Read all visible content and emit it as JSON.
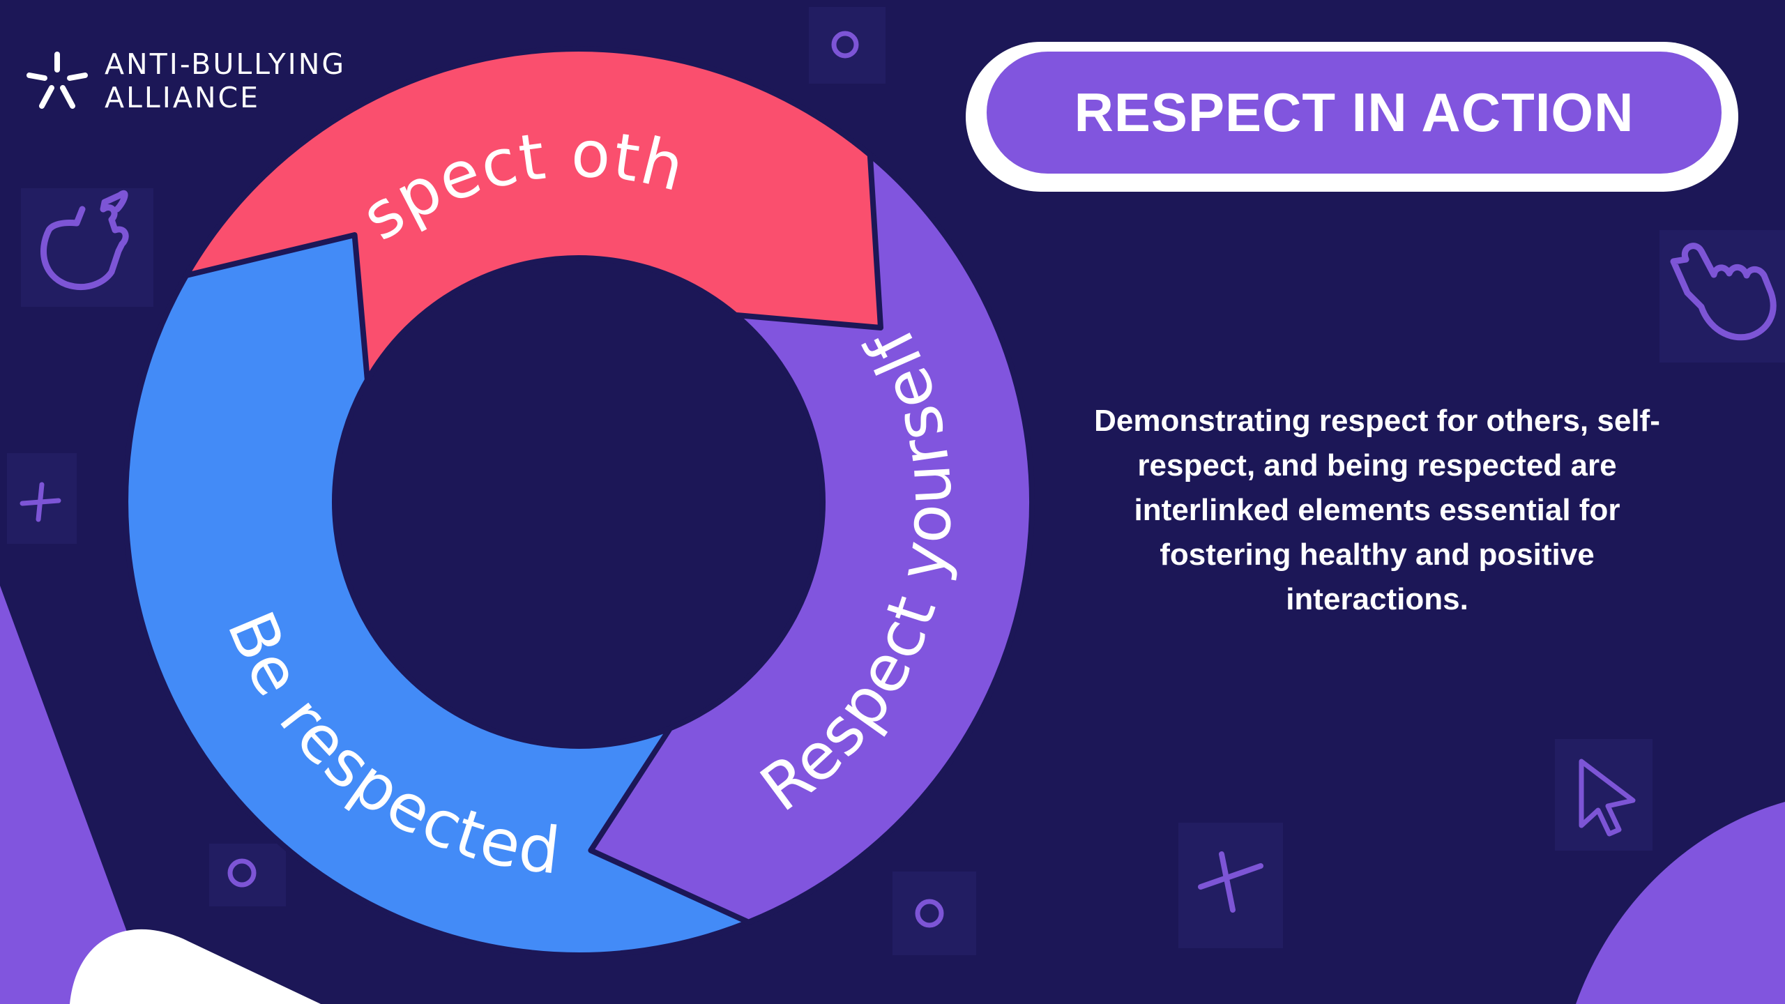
{
  "logo": {
    "line1": "ANTI-BULLYING",
    "line2": "ALLIANCE"
  },
  "title": "RESPECT IN ACTION",
  "description": "Demonstrating respect for others, self-respect, and being respected are interlinked elements essential for fostering healthy and positive interactions.",
  "cycle": [
    {
      "label": "Respect others",
      "color": "#fa4f6e"
    },
    {
      "label": "Respect yourself",
      "color": "#8155de"
    },
    {
      "label": "Be respected",
      "color": "#438bf7"
    }
  ],
  "colors": {
    "background": "#1c1757",
    "accent_purple": "#8155de",
    "accent_red": "#fa4f6e",
    "accent_blue": "#438bf7",
    "text": "#ffffff"
  },
  "decorative_icons": [
    "pointing-hand-icon",
    "pointing-hand-icon",
    "plus-icon",
    "plus-icon",
    "circle-icon",
    "circle-icon",
    "circle-icon",
    "cursor-arrow-icon"
  ]
}
